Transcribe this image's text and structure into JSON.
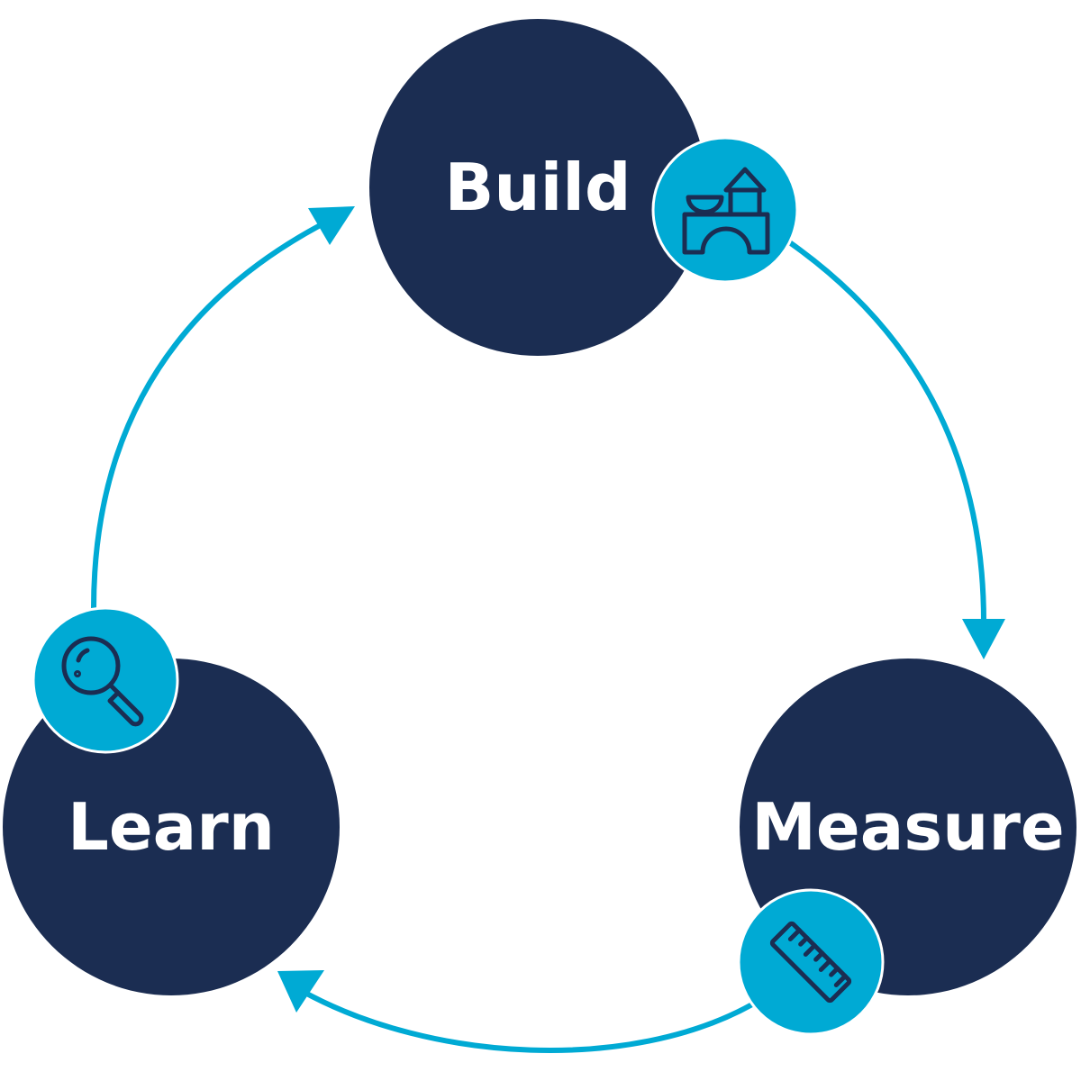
{
  "colors": {
    "node_fill": "#1b2d52",
    "accent": "#00aad4",
    "icon_stroke": "#1b2d52",
    "label_text": "#ffffff",
    "background": "#ffffff"
  },
  "cycle": {
    "nodes": [
      {
        "id": "build",
        "label": "Build",
        "icon": "building-blocks-icon"
      },
      {
        "id": "measure",
        "label": "Measure",
        "icon": "ruler-icon"
      },
      {
        "id": "learn",
        "label": "Learn",
        "icon": "magnifying-glass-icon"
      }
    ],
    "edges": [
      {
        "from": "build",
        "to": "measure"
      },
      {
        "from": "measure",
        "to": "learn"
      },
      {
        "from": "learn",
        "to": "build"
      }
    ]
  }
}
